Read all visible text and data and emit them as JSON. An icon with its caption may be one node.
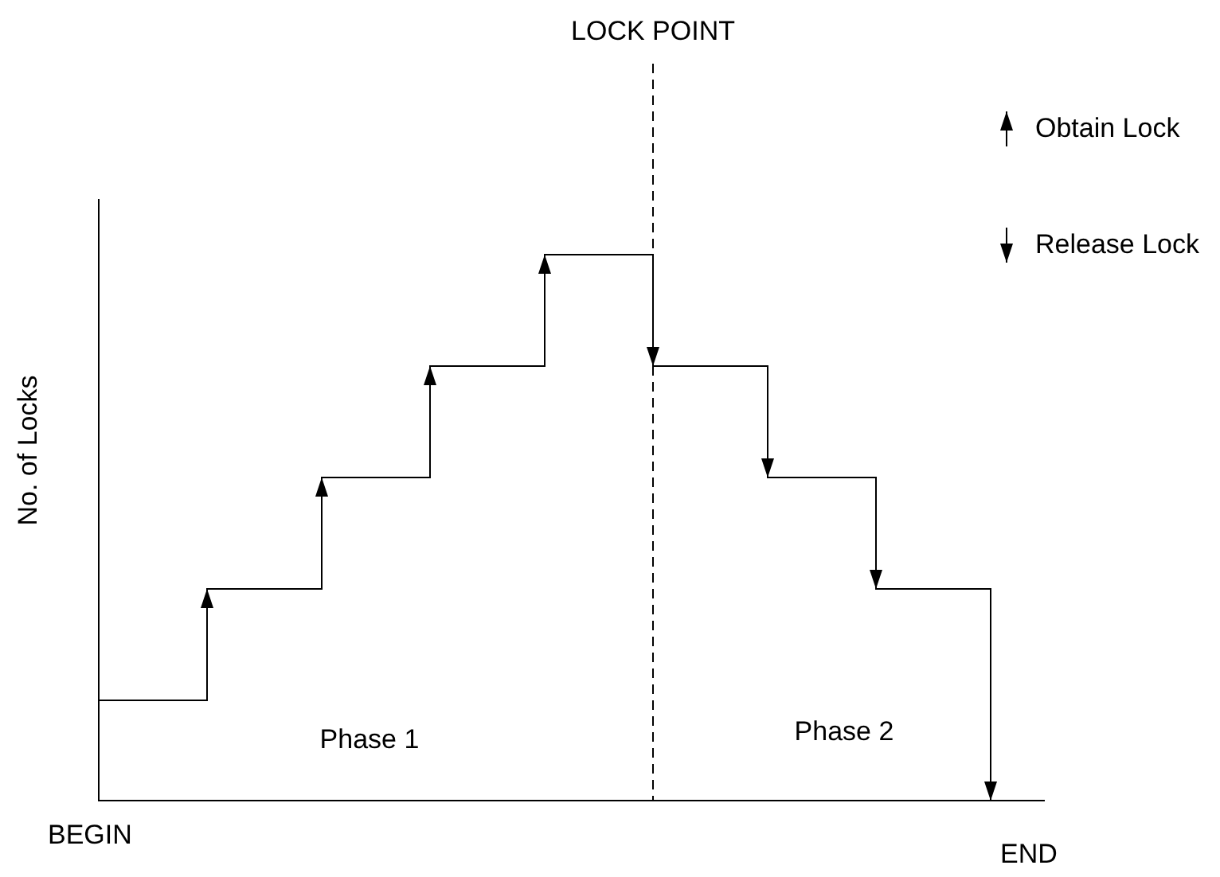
{
  "diagram": {
    "labels": [
      "LOCK POINT",
      "No. of Locks",
      "Phase 1",
      "Phase 2",
      "BEGIN",
      "END"
    ],
    "legend": [
      {
        "text": "Obtain Lock"
      },
      {
        "text": "Release Lock"
      }
    ]
  }
}
